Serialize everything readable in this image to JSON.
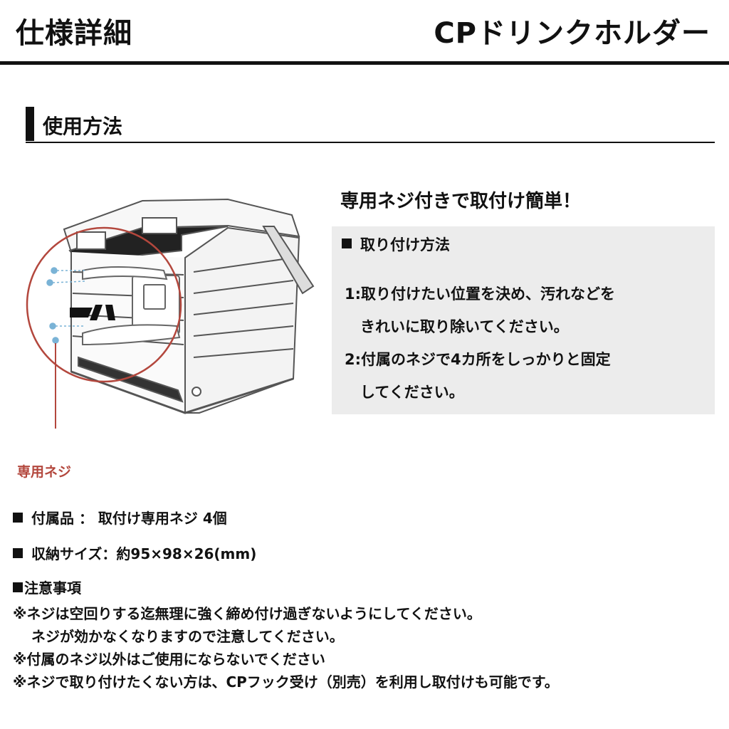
{
  "header": {
    "left_title": "仕様詳細",
    "right_title": "CPドリンクホルダー"
  },
  "section": {
    "title": "使用方法"
  },
  "illustration": {
    "callout_label": "専用ネジ"
  },
  "install": {
    "headline": "専用ネジ付きで取付け簡単！",
    "panel_title": "取り付け方法",
    "step1_line1": "1:取り付けたい位置を決め、汚れなどを",
    "step1_line2": "きれいに取り除いてください。",
    "step2_line1": "2:付属のネジで4カ所をしっかりと固定",
    "step2_line2": "してください。"
  },
  "specs": {
    "accessory": "付属品 ： 取付け専用ネジ 4個",
    "size": "収納サイズ：約95×98×26(mm)"
  },
  "cautions": {
    "title": "注意事項",
    "line1": "※ネジは空回りする迄無理に強く締め付け過ぎないようにしてください。",
    "line2": "ネジが効かなくなりますので注意してください。",
    "line3": "※付属のネジ以外はご使用にならないでください",
    "line4": "※ネジで取り付けたくない方は、CPフック受け（別売）を利用し取付けも可能です。"
  },
  "colors": {
    "callout": "#b3473d",
    "screw": "#7ab3d6",
    "panel_bg": "#ececec"
  }
}
